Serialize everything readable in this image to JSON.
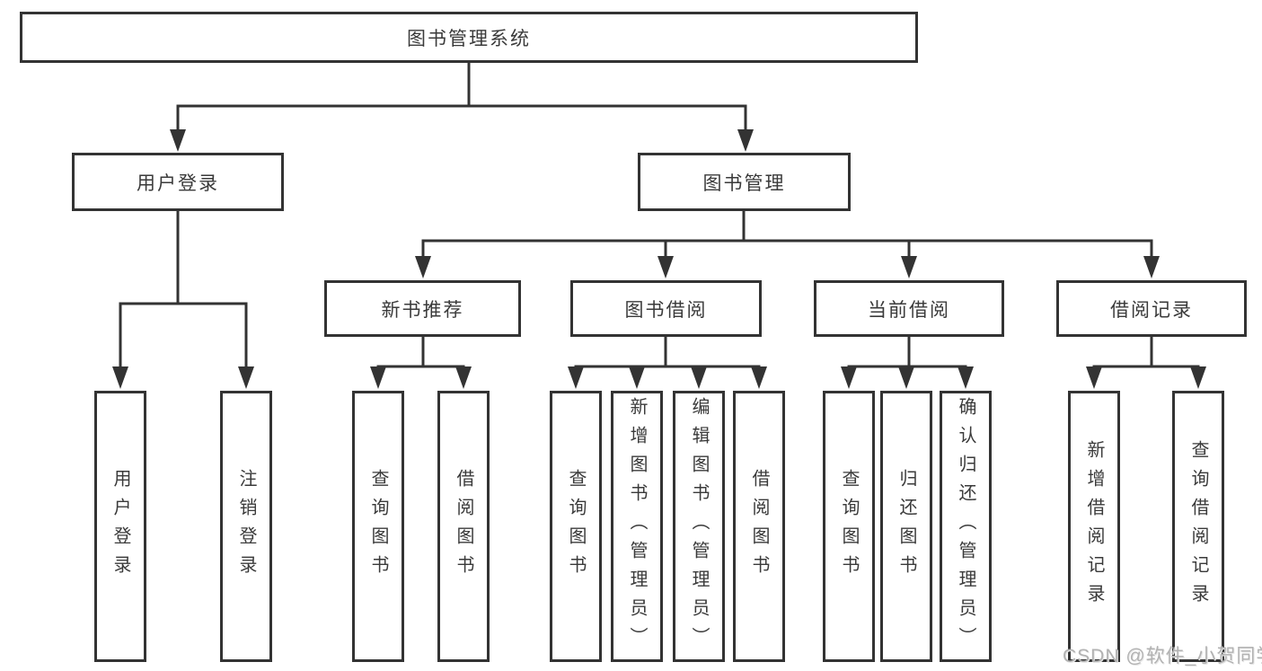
{
  "tree": {
    "root": {
      "label": "图书管理系统"
    },
    "branches": [
      {
        "label": "用户登录",
        "children": [
          {
            "label": "用户登录"
          },
          {
            "label": "注销登录"
          }
        ]
      },
      {
        "label": "图书管理",
        "children": [
          {
            "label": "新书推荐",
            "children": [
              {
                "label": "查询图书"
              },
              {
                "label": "借阅图书"
              }
            ]
          },
          {
            "label": "图书借阅",
            "children": [
              {
                "label": "查询图书"
              },
              {
                "label": "新增图书（管理员）"
              },
              {
                "label": "编辑图书（管理员）"
              },
              {
                "label": "借阅图书"
              }
            ]
          },
          {
            "label": "当前借阅",
            "children": [
              {
                "label": "查询图书"
              },
              {
                "label": "归还图书"
              },
              {
                "label": "确认归还（管理员）"
              }
            ]
          },
          {
            "label": "借阅记录",
            "children": [
              {
                "label": "新增借阅记录"
              },
              {
                "label": "查询借阅记录"
              }
            ]
          }
        ]
      }
    ]
  },
  "watermark": {
    "text": "CSDN @软件_小贺同学"
  },
  "colors": {
    "line": "#333333",
    "box_border": "#333333",
    "text": "#3a3a3a",
    "watermark": "#b2b2b2",
    "background": "#ffffff"
  }
}
